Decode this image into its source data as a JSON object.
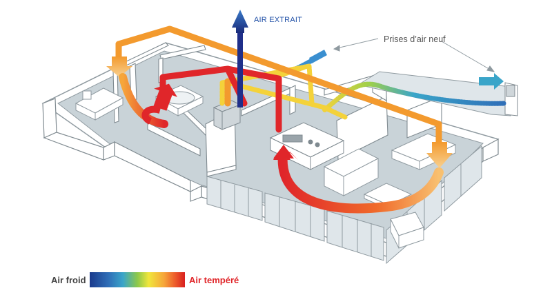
{
  "labels": {
    "air_extrait": "AIR EXTRAIT",
    "prises_air_neuf": "Prises d’air neuf"
  },
  "legend": {
    "left": "Air froid",
    "right": "Air tempéré",
    "gradient": [
      "#1a3a8c",
      "#2f6fb8",
      "#3aa5c9",
      "#6cc070",
      "#f0e63c",
      "#f6a63a",
      "#e8402a",
      "#d81f1f"
    ]
  },
  "colors": {
    "extract_duct": "#1f2f8a",
    "extract_arrow": "#1f4fa6",
    "fresh_duct": "#3a8fd0",
    "orange_duct": "#f39a2e",
    "red_duct": "#e0262a",
    "yellow_duct": "#f4d23a",
    "wall": "#ffffff",
    "floor": "#c9d3d8",
    "outline": "#7f8a90",
    "text": "#444444",
    "label_blue": "#1f4fa6",
    "legend_text": "#e0262a"
  }
}
